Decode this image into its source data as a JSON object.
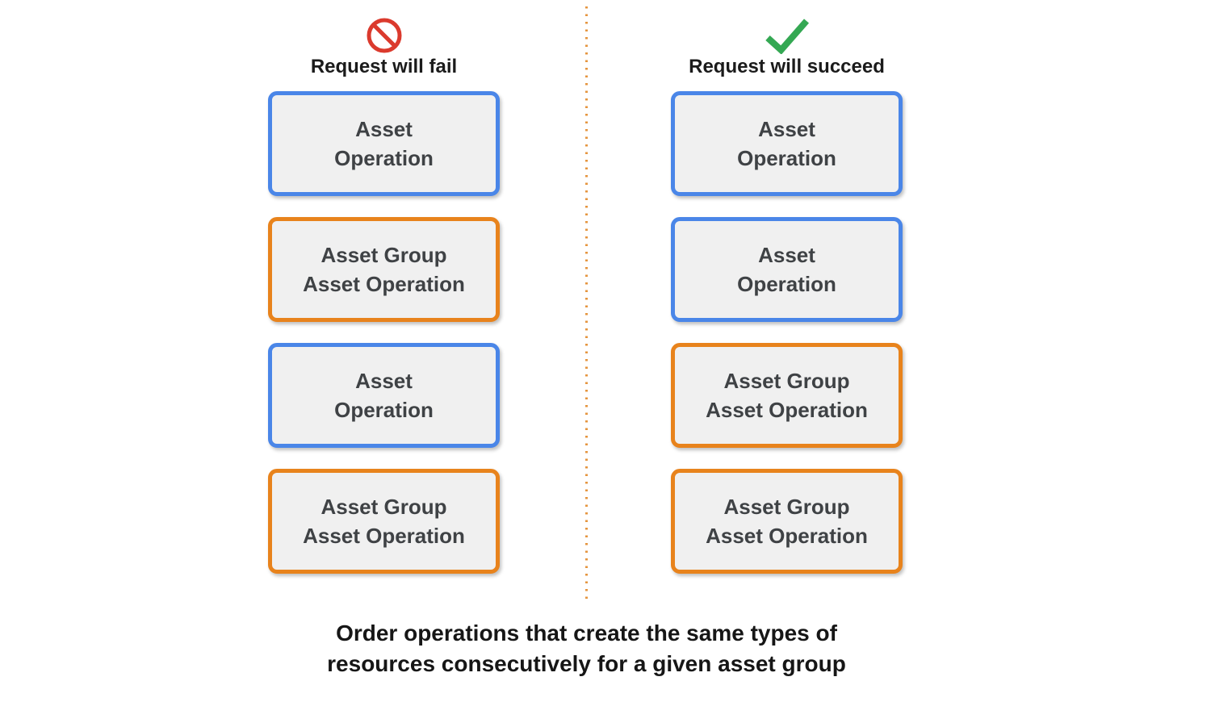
{
  "fail_column": {
    "icon": "prohibition-icon",
    "title": "Request will fail",
    "boxes": [
      {
        "label": "Asset\nOperation",
        "border": "blue"
      },
      {
        "label": "Asset Group\nAsset Operation",
        "border": "orange"
      },
      {
        "label": "Asset\nOperation",
        "border": "blue"
      },
      {
        "label": "Asset Group\nAsset Operation",
        "border": "orange"
      }
    ]
  },
  "succeed_column": {
    "icon": "checkmark-icon",
    "title": "Request will succeed",
    "boxes": [
      {
        "label": "Asset\nOperation",
        "border": "blue"
      },
      {
        "label": "Asset\nOperation",
        "border": "blue"
      },
      {
        "label": "Asset Group\nAsset Operation",
        "border": "orange"
      },
      {
        "label": "Asset Group\nAsset Operation",
        "border": "orange"
      }
    ]
  },
  "caption": {
    "line1": "Order operations that create the same types of",
    "line2": "resources consecutively for a given asset group"
  },
  "colors": {
    "blue_border": "#4a86e8",
    "orange_border": "#e8831c",
    "fail_red": "#db3a2d",
    "success_green": "#34a853",
    "box_fill": "#f0f0f0",
    "box_text": "#3f4245",
    "divider_orange": "#e5953f"
  }
}
